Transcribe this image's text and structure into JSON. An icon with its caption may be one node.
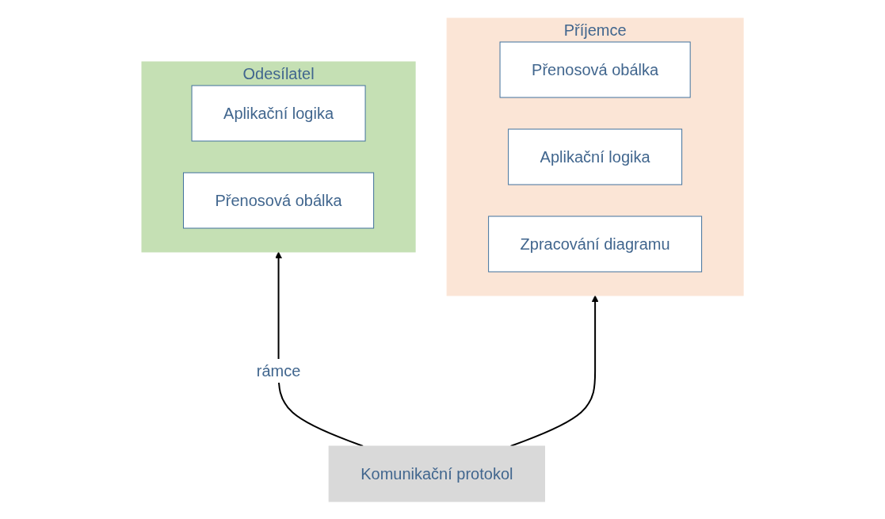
{
  "diagram": {
    "nodes": [
      {
        "text": [
          "Odesílatel"
        ]
      },
      {
        "text": [
          "Aplikační logika"
        ],
        "in": 0
      },
      {
        "text": [
          "Přenosová obálka"
        ],
        "in": 0
      },
      {
        "text": [
          "Příjemce"
        ]
      },
      {
        "text": [
          "Přenosová obálka"
        ],
        "in": 3
      },
      {
        "text": [
          "Aplikační logika"
        ],
        "in": 3
      },
      {
        "text": [
          "Zpracování diagramu"
        ],
        "in": 3
      },
      {
        "text": [
          "Komunikační protokol"
        ]
      }
    ],
    "edges": [
      {
        "from": 7,
        "to": 0,
        "arrow": "to",
        "label": "rámce"
      },
      {
        "from": 7,
        "to": 3,
        "arrow": "to"
      }
    ]
  }
}
